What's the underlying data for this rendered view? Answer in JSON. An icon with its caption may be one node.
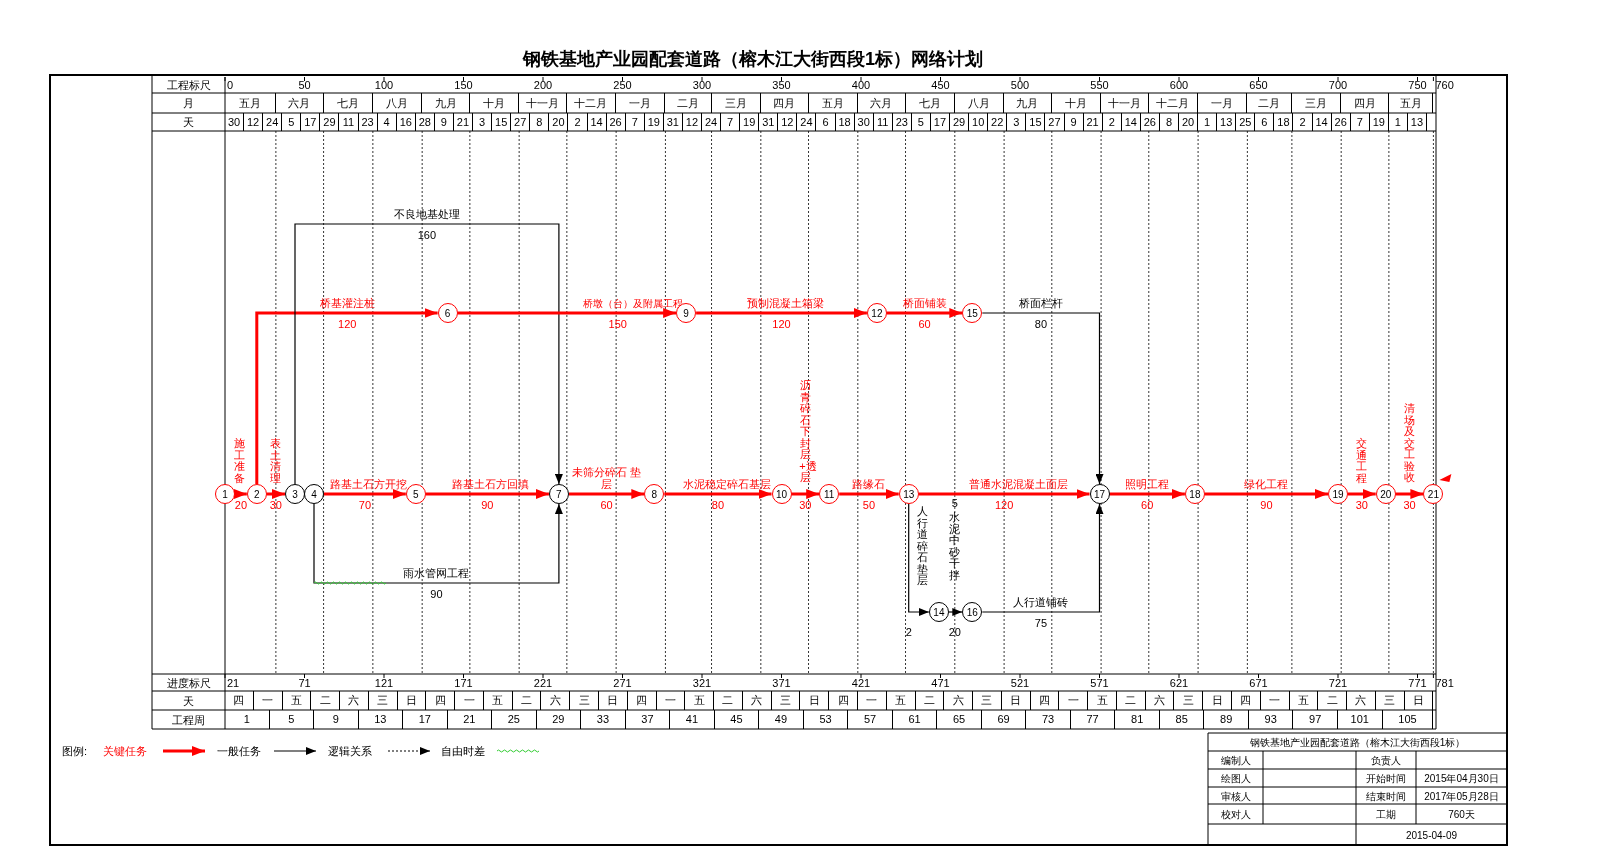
{
  "diagram": {
    "title": "钢铁基地产业园配套道路（榕木江大街西段1标）网络计划",
    "nodes": [
      {
        "text": [
          "1"
        ]
      },
      {
        "text": [
          "2"
        ]
      },
      {
        "text": [
          "3"
        ]
      },
      {
        "text": [
          "4"
        ]
      },
      {
        "text": [
          "5"
        ]
      },
      {
        "text": [
          "6"
        ]
      },
      {
        "text": [
          "7"
        ]
      },
      {
        "text": [
          "8"
        ]
      },
      {
        "text": [
          "9"
        ]
      },
      {
        "text": [
          "10"
        ]
      },
      {
        "text": [
          "11"
        ]
      },
      {
        "text": [
          "12"
        ]
      },
      {
        "text": [
          "13"
        ]
      },
      {
        "text": [
          "14"
        ]
      },
      {
        "text": [
          "15"
        ]
      },
      {
        "text": [
          "16"
        ]
      },
      {
        "text": [
          "17"
        ]
      },
      {
        "text": [
          "18"
        ]
      },
      {
        "text": [
          "19"
        ]
      },
      {
        "text": [
          "20"
        ]
      },
      {
        "text": [
          "21"
        ]
      }
    ],
    "edges": [
      {
        "from": 0,
        "to": 1,
        "arrow": "to",
        "label": "施工准备"
      },
      {
        "from": 1,
        "to": 2,
        "arrow": "to",
        "label": "表土清理"
      },
      {
        "from": 1,
        "to": 5,
        "arrow": "to",
        "label": "桥基灌注桩"
      },
      {
        "from": 2,
        "to": 6,
        "arrow": "to",
        "label": "不良地基处理",
        "color": "#000000"
      },
      {
        "from": 3,
        "to": 4,
        "arrow": "to",
        "label": "路基土石方开挖"
      },
      {
        "from": 3,
        "to": 6,
        "arrow": "to",
        "label": "雨水管网工程",
        "color": "#000000"
      },
      {
        "from": 4,
        "to": 6,
        "arrow": "to",
        "label": "路基土石方回填"
      },
      {
        "from": 5,
        "to": 8,
        "arrow": "to",
        "label": "桥墩（台）及附属工程"
      },
      {
        "from": 6,
        "to": 7,
        "arrow": "to",
        "label": "未筛分碎石 垫层"
      },
      {
        "from": 7,
        "to": 9,
        "arrow": "to",
        "label": "水泥稳定碎石基层"
      },
      {
        "from": 8,
        "to": 11,
        "arrow": "to",
        "label": "预制混凝土箱梁"
      },
      {
        "from": 9,
        "to": 10,
        "arrow": "to",
        "label": "沥青碎石下封层+透层"
      },
      {
        "from": 10,
        "to": 12,
        "arrow": "to",
        "label": "路缘石"
      },
      {
        "from": 11,
        "to": 14,
        "arrow": "to",
        "label": "桥面铺装"
      },
      {
        "from": 14,
        "to": 16,
        "arrow": "to",
        "label": "桥面栏杆",
        "color": "#000000"
      },
      {
        "from": 12,
        "to": 16,
        "arrow": "to",
        "label": "普通水泥混凝土面层"
      },
      {
        "from": 12,
        "to": 13,
        "arrow": "to",
        "label": "人行道碎石垫层",
        "color": "#000000"
      },
      {
        "from": 13,
        "to": 15,
        "arrow": "to",
        "label": "水泥中砂干拌",
        "color": "#000000"
      },
      {
        "from": 15,
        "to": 16,
        "arrow": "to",
        "label": "人行道铺砖",
        "color": "#000000"
      },
      {
        "from": 16,
        "to": 17,
        "arrow": "to",
        "label": "照明工程"
      },
      {
        "from": 17,
        "to": 18,
        "arrow": "to",
        "label": "绿化工程"
      },
      {
        "from": 18,
        "to": 19,
        "arrow": "to",
        "label": "交通工程"
      },
      {
        "from": 19,
        "to": 20,
        "arrow": "to",
        "label": "清场及交工验收"
      }
    ],
    "labels": [
      "工程标尺",
      "0",
      "50",
      "100",
      "150",
      "200",
      "250",
      "300",
      "350",
      "400",
      "450",
      "500",
      "550",
      "600",
      "650",
      "700",
      "750",
      "760",
      "月",
      "五月",
      "六月",
      "七月",
      "八月",
      "九月",
      "十月",
      "十一月",
      "十二月",
      "一月",
      "二月",
      "三月",
      "四月",
      "五月",
      "六月",
      "七月",
      "八月",
      "九月",
      "十月",
      "十一月",
      "十二月",
      "一月",
      "二月",
      "三月",
      "四月",
      "五月",
      "天",
      "30",
      "12",
      "24",
      "5",
      "17",
      "29",
      "11",
      "23",
      "4",
      "16",
      "28",
      "9",
      "21",
      "3",
      "15",
      "27",
      "8",
      "20",
      "2",
      "14",
      "26",
      "7",
      "19",
      "31",
      "12",
      "24",
      "7",
      "19",
      "31",
      "12",
      "24",
      "6",
      "18",
      "30",
      "11",
      "23",
      "5",
      "17",
      "29",
      "10",
      "22",
      "3",
      "15",
      "27",
      "9",
      "21",
      "2",
      "14",
      "26",
      "8",
      "20",
      "1",
      "13",
      "25",
      "6",
      "18",
      "2",
      "14",
      "26",
      "7",
      "19",
      "1",
      "13",
      "20",
      "30",
      "120",
      "160",
      "70",
      "90",
      "90",
      "150",
      "60",
      "80",
      "120",
      "30",
      "50",
      "5",
      "60",
      "80",
      "120",
      "2",
      "20",
      "75",
      "60",
      "90",
      "30",
      "30",
      "进度标尺",
      "21",
      "71",
      "121",
      "171",
      "221",
      "271",
      "321",
      "371",
      "421",
      "471",
      "521",
      "571",
      "621",
      "671",
      "721",
      "771",
      "781",
      "天",
      "四",
      "一",
      "五",
      "二",
      "六",
      "三",
      "日",
      "四",
      "一",
      "五",
      "二",
      "六",
      "三",
      "日",
      "四",
      "一",
      "五",
      "二",
      "六",
      "三",
      "日",
      "四",
      "一",
      "五",
      "二",
      "六",
      "三",
      "日",
      "四",
      "一",
      "五",
      "二",
      "六",
      "三",
      "日",
      "四",
      "一",
      "五",
      "二",
      "六",
      "三",
      "日",
      "工程周",
      "1",
      "5",
      "9",
      "13",
      "17",
      "21",
      "25",
      "29",
      "33",
      "37",
      "41",
      "45",
      "49",
      "53",
      "57",
      "61",
      "65",
      "69",
      "73",
      "77",
      "81",
      "85",
      "89",
      "93",
      "97",
      "101",
      "105",
      "图例:",
      "钢铁基地产业园配套道路（榕木江大街西段1标）",
      "编制人",
      "负责人",
      "绘图人",
      "开始时间",
      "2015年04月30日",
      "审核人",
      "结束时间",
      "2017年05月28日",
      "校对人",
      "工期",
      "760天",
      "2015-04-09"
    ],
    "legend": [
      {
        "text": "关键任务"
      },
      {
        "text": "一般任务"
      },
      {
        "text": "逻辑关系"
      },
      {
        "text": "自由时差"
      }
    ]
  }
}
